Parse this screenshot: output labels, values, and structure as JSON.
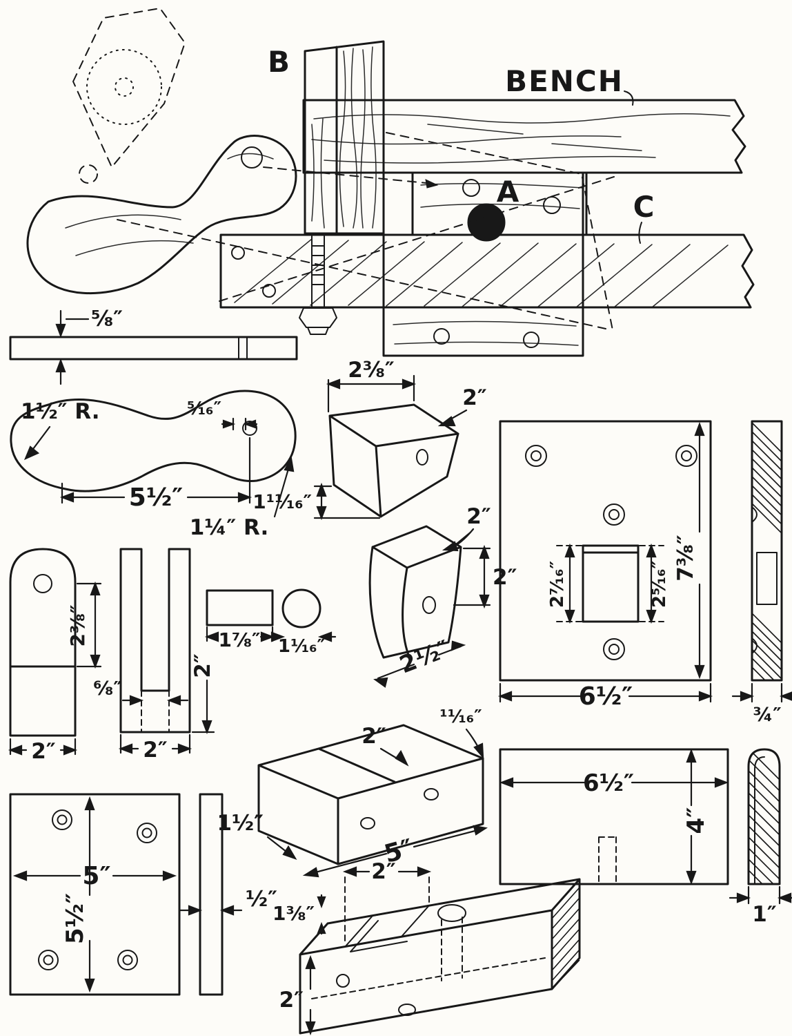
{
  "assembly": {
    "labels": {
      "part_b": "B",
      "bench": "BENCH",
      "part_a": "A",
      "part_c": "C"
    }
  },
  "parts": {
    "strip": {
      "thickness": "⅝″"
    },
    "handle": {
      "end_radius": "1½″ R.",
      "hole_inset": "⁵⁄₁₆″",
      "length": "5½″",
      "hole_radius": "1¼″ R."
    },
    "wedge_block": {
      "width": "2⅜″",
      "depth": "2″",
      "height": "1¹¹⁄₁₆″"
    },
    "cam_block": {
      "depth": "2″",
      "height": "2″",
      "length": "2½″"
    },
    "strap": {
      "upper_length": "2⅜″",
      "width": "2″"
    },
    "fork": {
      "slot_width": "⁶⁄₈″",
      "width": "2″",
      "depth": "2″"
    },
    "filler_block": {
      "width": "1⅞″"
    },
    "dowel": {
      "diameter": "1¹⁄₁₆″"
    },
    "face_plate": {
      "height": "7⅜″",
      "slot_left": "2⁷⁄₁₆″",
      "slot_right": "2⁵⁄₁₆″",
      "width": "6½″",
      "thickness": "¾″"
    },
    "slide_block": {
      "lip": "¹¹⁄₁₆″",
      "top_width": "2″",
      "length": "5″",
      "height": "1½″"
    },
    "back_plate": {
      "width": "6½″",
      "height": "4″",
      "thickness": "1″"
    },
    "base_plate": {
      "width": "5″",
      "height": "5½″",
      "thickness": "½″"
    },
    "guide_block": {
      "notch_width": "2″",
      "lip": "1⅜″",
      "height": "2″"
    }
  }
}
